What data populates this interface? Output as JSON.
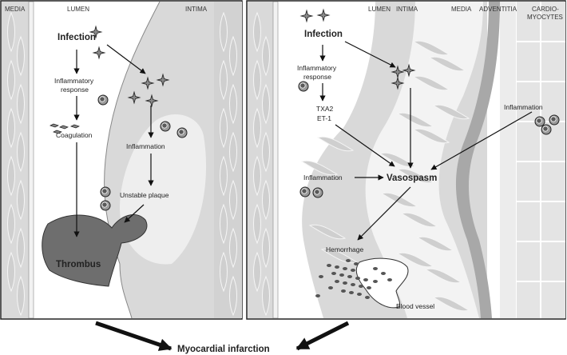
{
  "left_panel": {
    "headers": {
      "media": "MEDIA",
      "lumen": "LUMEN",
      "intima": "INTIMA"
    },
    "labels": {
      "infection": "Infection",
      "inflammatory_1": "Inflammatory",
      "inflammatory_2": "response",
      "coagulation": "Coagulation",
      "inflammation": "Inflammation",
      "unstable_plaque": "Unstable plaque",
      "thrombus": "Thrombus"
    }
  },
  "right_panel": {
    "headers": {
      "lumen": "LUMEN",
      "intima": "INTIMA",
      "media": "MEDIA",
      "adventitia": "ADVENTITIA",
      "cardio_1": "CARDIO-",
      "cardio_2": "MYOCYTES"
    },
    "labels": {
      "infection": "Infection",
      "inflammatory_1": "Inflammatory",
      "inflammatory_2": "response",
      "txa2": "TXA2",
      "et1": "ET-1",
      "inflammation_right": "Inflammation",
      "inflammation_left": "Inflammation",
      "vasospasm": "Vasospasm",
      "hemorrhage": "Hemorrhage",
      "blood_vessel": "Blood vessel"
    }
  },
  "bottom": {
    "outcome": "Myocardial infarction"
  },
  "colors": {
    "wall_gray": "#d9d9d9",
    "cell_gray": "#c4c4c4",
    "thrombus": "#6e6e6e",
    "plaque_light": "#eeeeee",
    "media_stripe": "#a8a8a8"
  }
}
